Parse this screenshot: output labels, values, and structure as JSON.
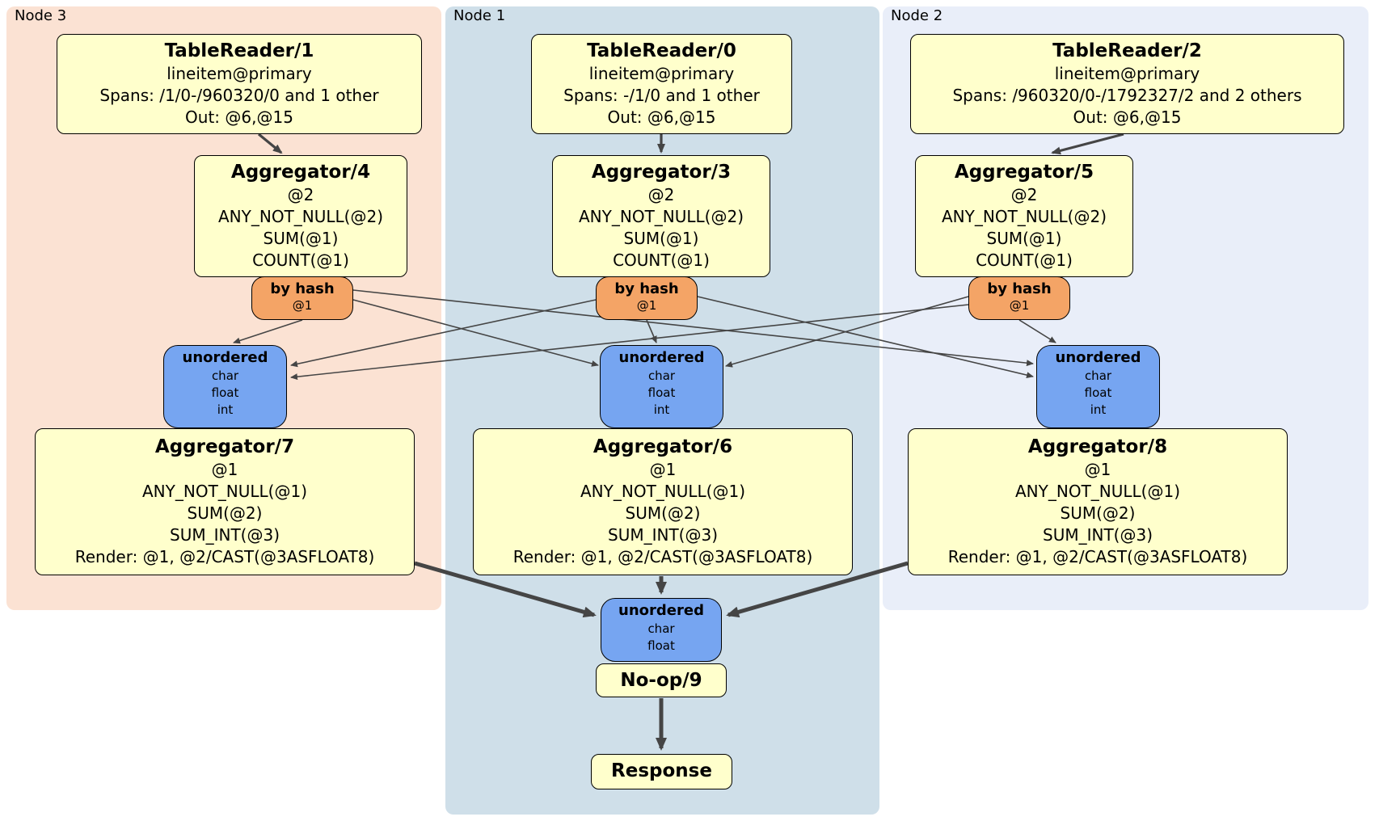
{
  "colors": {
    "node3_bg": "#fbe2d3",
    "node1_bg": "#cfdfe9",
    "node2_bg": "#e9eef9",
    "box_bg": "#ffffcc",
    "router_bg": "#f4a466",
    "sync_bg": "#76a5f1",
    "edge": "#454545"
  },
  "panels": {
    "node3": "Node 3",
    "node1": "Node 1",
    "node2": "Node 2"
  },
  "p": {
    "tr1": {
      "title": "TableReader/1",
      "lines": [
        "lineitem@primary",
        "Spans: /1/0-/960320/0 and 1 other",
        "Out: @6,@15"
      ]
    },
    "tr0": {
      "title": "TableReader/0",
      "lines": [
        "lineitem@primary",
        "Spans: -/1/0 and 1 other",
        "Out: @6,@15"
      ]
    },
    "tr2": {
      "title": "TableReader/2",
      "lines": [
        "lineitem@primary",
        "Spans: /960320/0-/1792327/2 and 2 others",
        "Out: @6,@15"
      ]
    },
    "agg4": {
      "title": "Aggregator/4",
      "lines": [
        "@2",
        "ANY_NOT_NULL(@2)",
        "SUM(@1)",
        "COUNT(@1)"
      ]
    },
    "agg3": {
      "title": "Aggregator/3",
      "lines": [
        "@2",
        "ANY_NOT_NULL(@2)",
        "SUM(@1)",
        "COUNT(@1)"
      ]
    },
    "agg5": {
      "title": "Aggregator/5",
      "lines": [
        "@2",
        "ANY_NOT_NULL(@2)",
        "SUM(@1)",
        "COUNT(@1)"
      ]
    },
    "agg7": {
      "title": "Aggregator/7",
      "lines": [
        "@1",
        "ANY_NOT_NULL(@1)",
        "SUM(@2)",
        "SUM_INT(@3)",
        "Render: @1, @2/CAST(@3ASFLOAT8)"
      ]
    },
    "agg6": {
      "title": "Aggregator/6",
      "lines": [
        "@1",
        "ANY_NOT_NULL(@1)",
        "SUM(@2)",
        "SUM_INT(@3)",
        "Render: @1, @2/CAST(@3ASFLOAT8)"
      ]
    },
    "agg8": {
      "title": "Aggregator/8",
      "lines": [
        "@1",
        "ANY_NOT_NULL(@1)",
        "SUM(@2)",
        "SUM_INT(@3)",
        "Render: @1, @2/CAST(@3ASFLOAT8)"
      ]
    },
    "noop": {
      "title": "No-op/9"
    },
    "response": {
      "title": "Response"
    }
  },
  "routers": {
    "r4": {
      "title": "by hash",
      "detail": "@1"
    },
    "r3": {
      "title": "by hash",
      "detail": "@1"
    },
    "r5": {
      "title": "by hash",
      "detail": "@1"
    }
  },
  "syncs": {
    "s3": {
      "title": "unordered",
      "lines": [
        "char",
        "float",
        "int"
      ]
    },
    "s1": {
      "title": "unordered",
      "lines": [
        "char",
        "float",
        "int"
      ]
    },
    "s2": {
      "title": "unordered",
      "lines": [
        "char",
        "float",
        "int"
      ]
    },
    "sfinal": {
      "title": "unordered",
      "lines": [
        "char",
        "float"
      ]
    }
  }
}
